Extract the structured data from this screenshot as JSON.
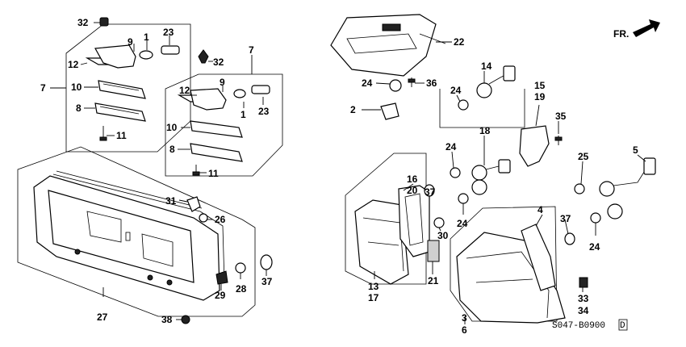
{
  "direction_label": "FR.",
  "diagram_code": "S047-B0900",
  "diagram_code_suffix": "D",
  "callouts": {
    "c1a": "1",
    "c1b": "1",
    "c2": "2",
    "c3": "3",
    "c4": "4",
    "c5": "5",
    "c6": "6",
    "c7a": "7",
    "c7b": "7",
    "c8a": "8",
    "c8b": "8",
    "c9a": "9",
    "c9b": "9",
    "c10a": "10",
    "c10b": "10",
    "c11a": "11",
    "c11b": "11",
    "c12a": "12",
    "c12b": "12",
    "c13": "13",
    "c14": "14",
    "c15": "15",
    "c16": "16",
    "c17": "17",
    "c18": "18",
    "c19": "19",
    "c20": "20",
    "c21": "21",
    "c22": "22",
    "c23a": "23",
    "c23b": "23",
    "c24a": "24",
    "c24b": "24",
    "c24c": "24",
    "c24d": "24",
    "c24e": "24",
    "c25": "25",
    "c26": "26",
    "c27": "27",
    "c28": "28",
    "c29": "29",
    "c30": "30",
    "c31": "31",
    "c32a": "32",
    "c32b": "32",
    "c33": "33",
    "c34": "34",
    "c35": "35",
    "c36": "36",
    "c37a": "37",
    "c37b": "37",
    "c37c": "37",
    "c38": "38"
  }
}
